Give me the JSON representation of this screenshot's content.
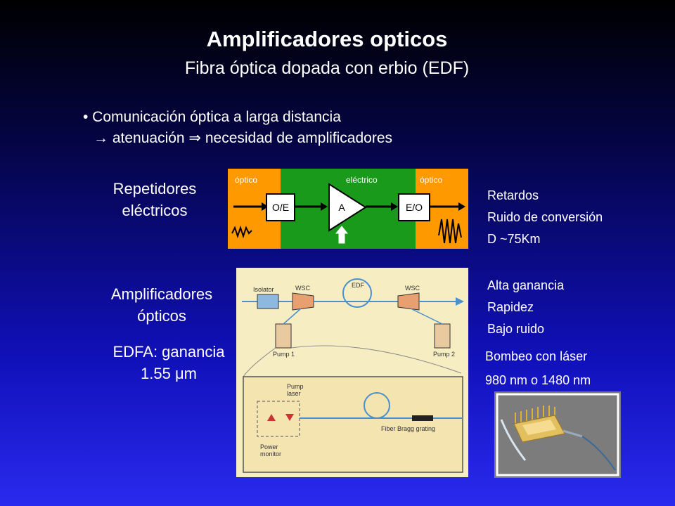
{
  "title": "Amplificadores opticos",
  "subtitle": "Fibra óptica dopada con erbio (EDF)",
  "bullet": {
    "line1": "• Comunicación óptica a larga distancia",
    "line2": "→ atenuación ⇒ necesidad de amplificadores"
  },
  "section1": {
    "label_line1": "Repetidores",
    "label_line2": "eléctricos",
    "diagram": {
      "zone_left": "óptico",
      "zone_mid": "eléctrico",
      "zone_right": "óptico",
      "box_oe": "O/E",
      "box_amp": "A",
      "box_eo": "E/O"
    },
    "notes": [
      "Retardos",
      "Ruido de conversión",
      "D ~75Km"
    ]
  },
  "section2": {
    "label_line1": "Amplificadores",
    "label_line2": "ópticos",
    "edfa_line1": "EDFA: ganancia",
    "edfa_line2": "1.55 μm",
    "notes": [
      "Alta ganancia",
      "Rapidez",
      "Bajo ruido"
    ],
    "pump_line1": "Bombeo con láser",
    "pump_line2": "980 nm o 1480 nm",
    "schematic": {
      "isolator": "Isolator",
      "wsc_left": "WSC",
      "edf": "EDF",
      "wsc_right": "WSC",
      "pump1": "Pump 1",
      "pump2": "Pump 2",
      "pump_laser_1": "Pump",
      "pump_laser_2": "laser",
      "power_monitor_1": "Power",
      "power_monitor_2": "monitor",
      "fbg": "Fiber Bragg grating"
    }
  },
  "colors": {
    "orange": "#ff9900",
    "green": "#1a9a1a",
    "schematic_bg": "#f6edc3",
    "schematic_line": "#4a8fd0"
  }
}
